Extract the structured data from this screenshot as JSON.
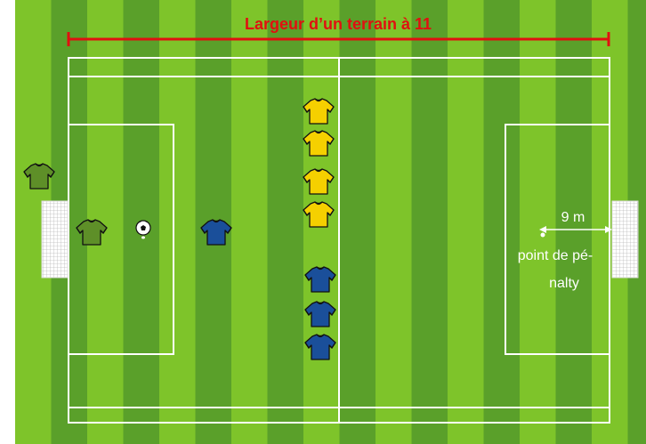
{
  "title": "Largeur d’un terrain à 11",
  "distance_label": "9 m",
  "penalty_label_line1": "point de pé-",
  "penalty_label_line2": "nalty",
  "colors": {
    "grass_light": "#7ec42a",
    "grass_dark": "#5aa02a",
    "line": "#ffffff",
    "title_red": "#e01010",
    "jersey_yellow": "#f5d000",
    "jersey_blue": "#1a4f9a",
    "jersey_green": "#5e8f28"
  },
  "players": {
    "yellow": 4,
    "blue": 4,
    "green": 2
  }
}
